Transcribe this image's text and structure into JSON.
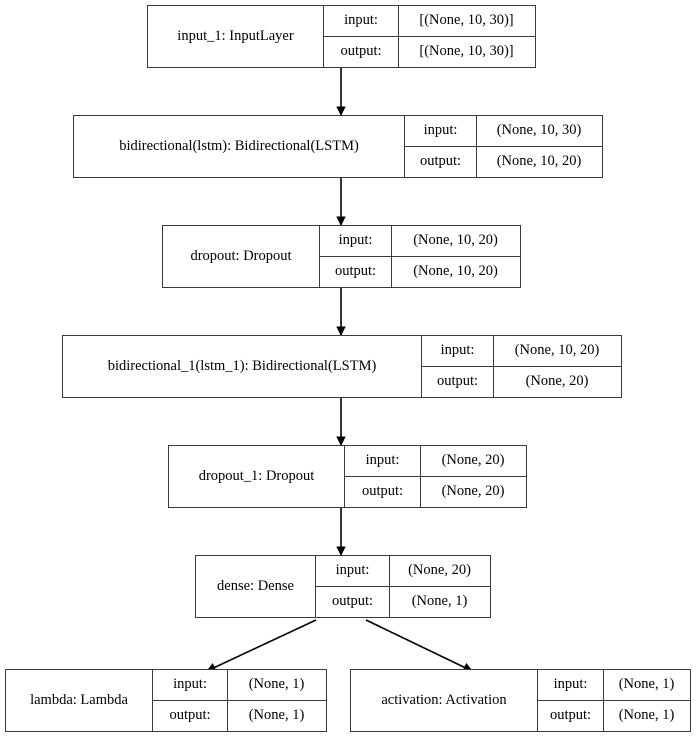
{
  "diagram": {
    "title": "Keras model architecture graph",
    "background_color": "#ffffff",
    "border_color": "#3a3a3a",
    "edge_color": "#000000",
    "io_labels": {
      "input": "input:",
      "output": "output:"
    }
  },
  "nodes": [
    {
      "id": "input_1",
      "name": "input_1: InputLayer",
      "input_label": "input:",
      "output_label": "output:",
      "input_shape": "[(None, 10, 30)]",
      "output_shape": "[(None, 10, 30)]"
    },
    {
      "id": "bidirectional",
      "name": "bidirectional(lstm): Bidirectional(LSTM)",
      "input_label": "input:",
      "output_label": "output:",
      "input_shape": "(None, 10, 30)",
      "output_shape": "(None, 10, 20)"
    },
    {
      "id": "dropout",
      "name": "dropout: Dropout",
      "input_label": "input:",
      "output_label": "output:",
      "input_shape": "(None, 10, 20)",
      "output_shape": "(None, 10, 20)"
    },
    {
      "id": "bidirectional_1",
      "name": "bidirectional_1(lstm_1): Bidirectional(LSTM)",
      "input_label": "input:",
      "output_label": "output:",
      "input_shape": "(None, 10, 20)",
      "output_shape": "(None, 20)"
    },
    {
      "id": "dropout_1",
      "name": "dropout_1: Dropout",
      "input_label": "input:",
      "output_label": "output:",
      "input_shape": "(None, 20)",
      "output_shape": "(None, 20)"
    },
    {
      "id": "dense",
      "name": "dense: Dense",
      "input_label": "input:",
      "output_label": "output:",
      "input_shape": "(None, 20)",
      "output_shape": "(None, 1)"
    },
    {
      "id": "lambda",
      "name": "lambda: Lambda",
      "input_label": "input:",
      "output_label": "output:",
      "input_shape": "(None, 1)",
      "output_shape": "(None, 1)"
    },
    {
      "id": "activation",
      "name": "activation: Activation",
      "input_label": "input:",
      "output_label": "output:",
      "input_shape": "(None, 1)",
      "output_shape": "(None, 1)"
    }
  ],
  "edges": [
    {
      "from": "input_1",
      "to": "bidirectional"
    },
    {
      "from": "bidirectional",
      "to": "dropout"
    },
    {
      "from": "dropout",
      "to": "bidirectional_1"
    },
    {
      "from": "bidirectional_1",
      "to": "dropout_1"
    },
    {
      "from": "dropout_1",
      "to": "dense"
    },
    {
      "from": "dense",
      "to": "lambda"
    },
    {
      "from": "dense",
      "to": "activation"
    }
  ]
}
